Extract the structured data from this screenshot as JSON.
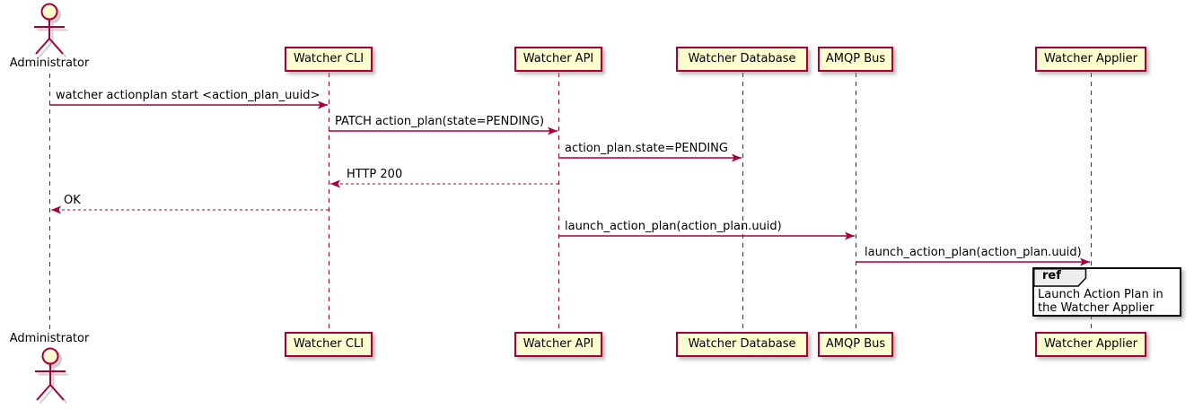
{
  "diagram_type": "sequence",
  "colors": {
    "participant_fill": "#FEFECE",
    "line_color": "#A80036",
    "text_color": "#000000",
    "ref_border": "#000000",
    "ref_header_fill": "#EEEEEE"
  },
  "actor": {
    "label": "Administrator"
  },
  "participants": [
    {
      "label": "Watcher CLI"
    },
    {
      "label": "Watcher API"
    },
    {
      "label": "Watcher Database"
    },
    {
      "label": "AMQP Bus"
    },
    {
      "label": "Watcher Applier"
    }
  ],
  "messages": [
    {
      "label": "watcher actionplan start <action_plan_uuid>",
      "from": "Administrator",
      "to": "Watcher CLI",
      "line": "solid",
      "direction": "right"
    },
    {
      "label": "PATCH action_plan(state=PENDING)",
      "from": "Watcher CLI",
      "to": "Watcher API",
      "line": "solid",
      "direction": "right"
    },
    {
      "label": "action_plan.state=PENDING",
      "from": "Watcher API",
      "to": "Watcher Database",
      "line": "solid",
      "direction": "right"
    },
    {
      "label": "HTTP 200",
      "from": "Watcher API",
      "to": "Watcher CLI",
      "line": "dashed",
      "direction": "left"
    },
    {
      "label": "OK",
      "from": "Watcher CLI",
      "to": "Administrator",
      "line": "dashed",
      "direction": "left"
    },
    {
      "label": "launch_action_plan(action_plan.uuid)",
      "from": "Watcher API",
      "to": "AMQP Bus",
      "line": "solid",
      "direction": "right"
    },
    {
      "label": "launch_action_plan(action_plan.uuid)",
      "from": "AMQP Bus",
      "to": "Watcher Applier",
      "line": "solid",
      "direction": "right"
    }
  ],
  "ref": {
    "keyword": "ref",
    "text": "Launch Action Plan in the Watcher Applier"
  }
}
